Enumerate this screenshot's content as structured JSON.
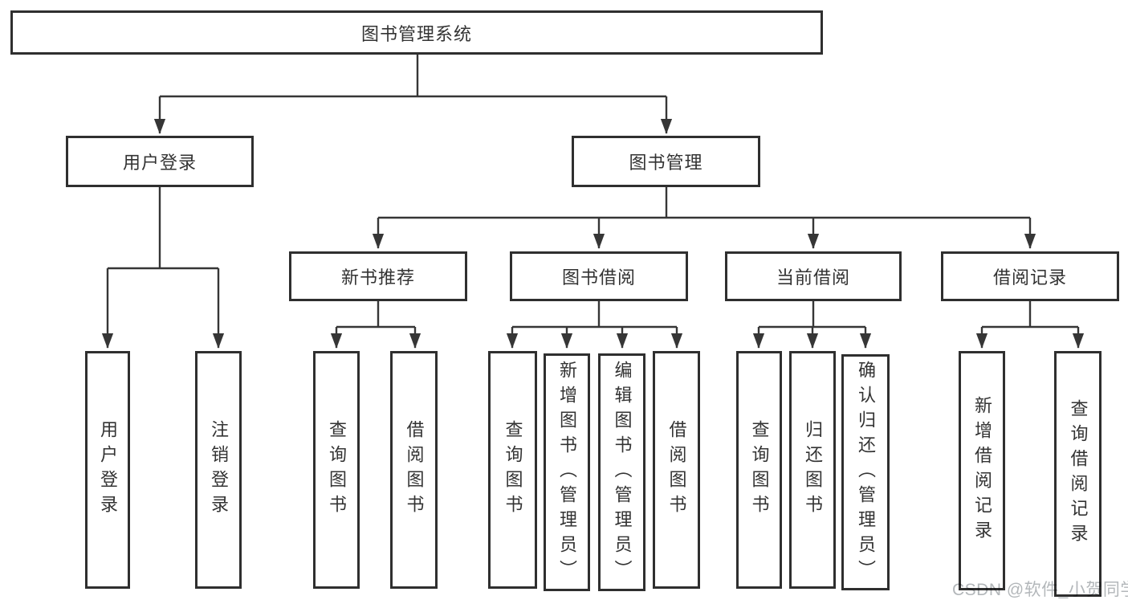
{
  "tree": {
    "root": {
      "label": "图书管理系统",
      "children": [
        {
          "label": "用户登录",
          "children": [
            {
              "label": "用户登录"
            },
            {
              "label": "注销登录"
            }
          ]
        },
        {
          "label": "图书管理",
          "children": [
            {
              "label": "新书推荐",
              "children": [
                {
                  "label": "查询图书"
                },
                {
                  "label": "借阅图书"
                }
              ]
            },
            {
              "label": "图书借阅",
              "children": [
                {
                  "label": "查询图书"
                },
                {
                  "label": "新增图书（管理员）"
                },
                {
                  "label": "编辑图书（管理员）"
                },
                {
                  "label": "借阅图书"
                }
              ]
            },
            {
              "label": "当前借阅",
              "children": [
                {
                  "label": "查询图书"
                },
                {
                  "label": "归还图书"
                },
                {
                  "label": "确认归还（管理员）"
                }
              ]
            },
            {
              "label": "借阅记录",
              "children": [
                {
                  "label": "新增借阅记录"
                },
                {
                  "label": "查询借阅记录"
                }
              ]
            }
          ]
        }
      ]
    }
  },
  "watermark": {
    "text": "CSDN @软件_小贺同学"
  },
  "colors": {
    "line": "#363636",
    "border": "#2f2f2f",
    "text": "#333333",
    "watermark": "#b3b7ba",
    "background": "#ffffff"
  }
}
